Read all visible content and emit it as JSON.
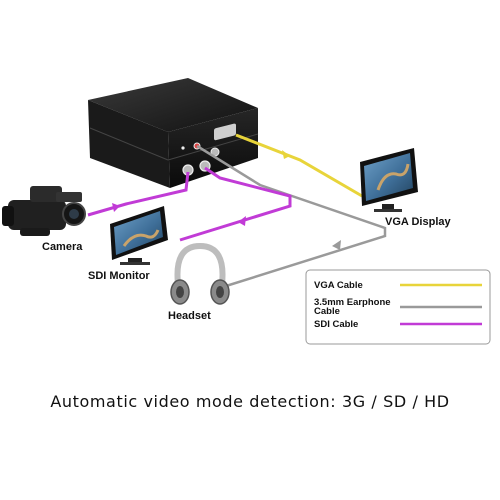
{
  "labels": {
    "camera": "Camera",
    "sdi_monitor": "SDI Monitor",
    "headset": "Headset",
    "vga_display": "VGA Display"
  },
  "legend": {
    "items": [
      {
        "label_lines": [
          "VGA Cable"
        ],
        "color": "#e8d43a"
      },
      {
        "label_lines": [
          "3.5mm Earphone",
          "Cable"
        ],
        "color": "#9a9a9a"
      },
      {
        "label_lines": [
          "SDI Cable"
        ],
        "color": "#c13bd6"
      }
    ]
  },
  "caption": "Automatic video mode detection: 3G / SD / HD",
  "colors": {
    "vga_cable": "#e8d43a",
    "earphone_cable": "#9a9a9a",
    "sdi_cable": "#c13bd6",
    "device_body": "#1b1b1b"
  }
}
